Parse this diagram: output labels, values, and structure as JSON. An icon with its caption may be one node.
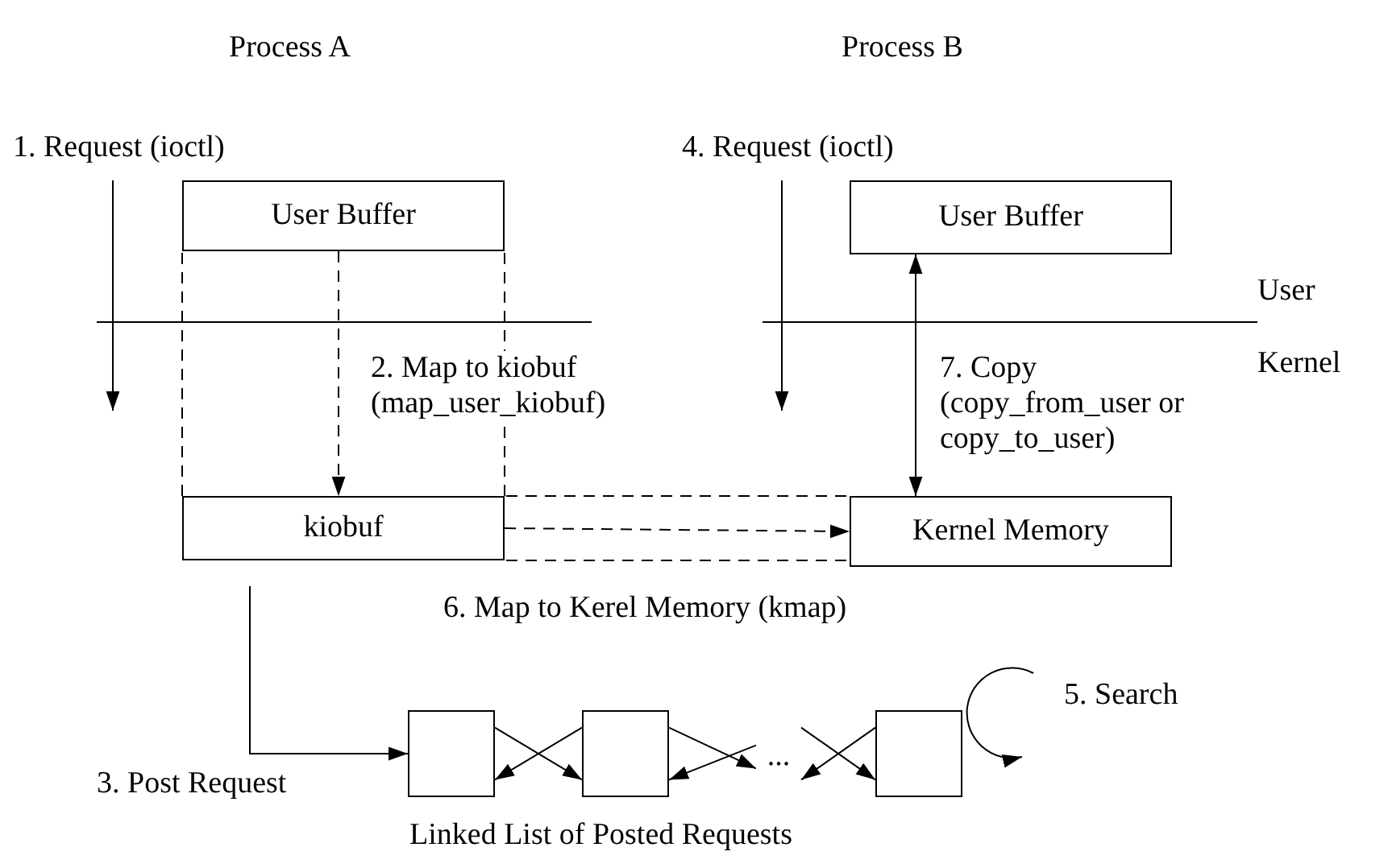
{
  "diagram": {
    "nodes": [
      {
        "text": [
          "User Buffer"
        ]
      },
      {
        "text": [
          "kiobuf"
        ]
      },
      {
        "text": [
          "User Buffer"
        ]
      },
      {
        "text": [
          "Kernel Memory"
        ]
      },
      {
        "text": [],
        "shape": "box"
      },
      {
        "text": [],
        "shape": "box"
      },
      {
        "text": [
          "..."
        ]
      },
      {
        "text": [],
        "shape": "box"
      }
    ],
    "edges": [
      {
        "from": 0,
        "to": 1,
        "arrow": "to",
        "style": "dashed",
        "label": "2. Map to kiobuf (map_user_kiobuf)"
      },
      {
        "from": 1,
        "to": 4,
        "arrow": "to",
        "label": "3. Post Request"
      },
      {
        "from": 4,
        "to": 5,
        "arrow": "to"
      },
      {
        "from": 5,
        "to": 4,
        "arrow": "to"
      },
      {
        "from": 5,
        "to": 6,
        "arrow": "to"
      },
      {
        "from": 6,
        "to": 5,
        "arrow": "to"
      },
      {
        "from": 6,
        "to": 7,
        "arrow": "to"
      },
      {
        "from": 7,
        "to": 6,
        "arrow": "to"
      },
      {
        "from": 7,
        "to": 7,
        "arrow": "to",
        "label": "5. Search"
      },
      {
        "from": 1,
        "to": 3,
        "arrow": "to",
        "style": "dashed",
        "label": "6. Map to Kerel Memory (kmap)"
      },
      {
        "from": 2,
        "to": 3,
        "arrow": "both",
        "label": "7. Copy (copy_from_user or copy_to_user)"
      }
    ],
    "labels": [
      "Process A",
      "Process B",
      "1. Request (ioctl)",
      "4. Request (ioctl)",
      "User",
      "Kernel",
      "Linked List of Posted Requests"
    ]
  }
}
